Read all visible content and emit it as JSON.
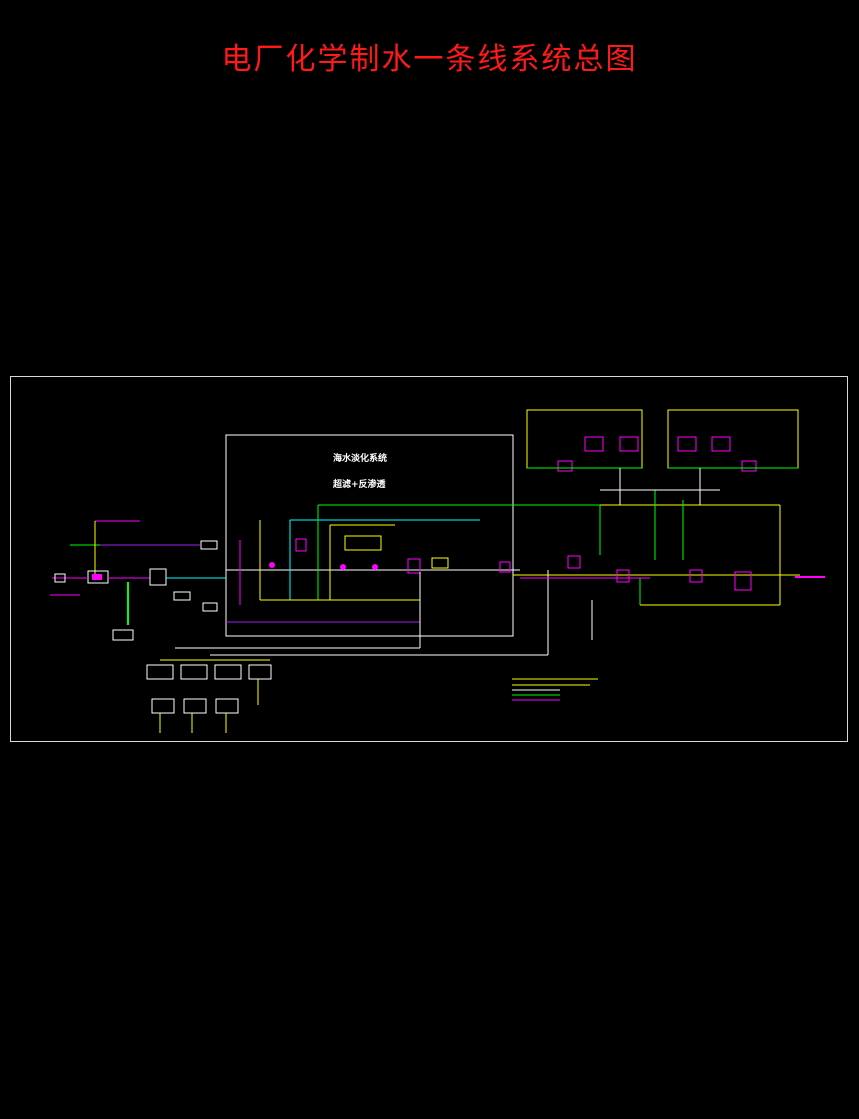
{
  "title": "电厂化学制水一条线系统总图",
  "box_labels": {
    "line1": "海水淡化系统",
    "line2": "超滤+反渗透"
  },
  "colors": {
    "title": "#ff1a1a",
    "frame": "#d8d8d8",
    "pipe_white": "#ffffff",
    "pipe_yellow": "#ffff00",
    "pipe_magenta": "#ff00ff",
    "pipe_green": "#00ff00",
    "pipe_cyan": "#00ffff",
    "pipe_purple": "#a020f0"
  }
}
